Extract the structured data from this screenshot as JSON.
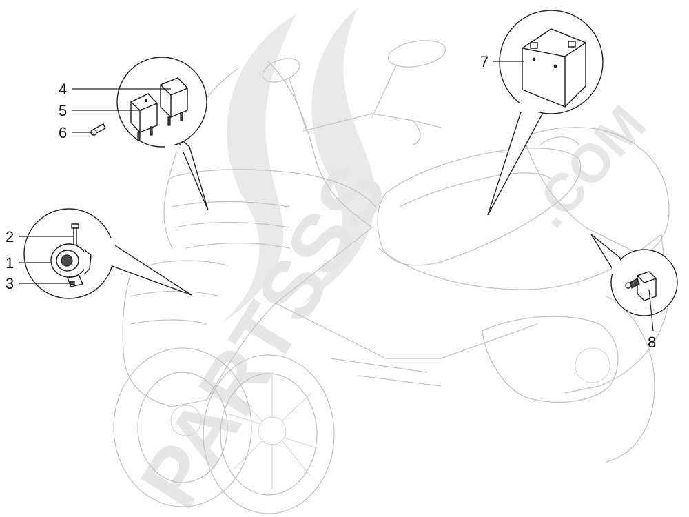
{
  "watermark": {
    "brand": "PARTSSS",
    "suffix": ".COM"
  },
  "callouts": [
    {
      "id": "1",
      "label": "1"
    },
    {
      "id": "2",
      "label": "2"
    },
    {
      "id": "3",
      "label": "3"
    },
    {
      "id": "4",
      "label": "4"
    },
    {
      "id": "5",
      "label": "5"
    },
    {
      "id": "6",
      "label": "6"
    },
    {
      "id": "7",
      "label": "7"
    },
    {
      "id": "8",
      "label": "8"
    }
  ]
}
